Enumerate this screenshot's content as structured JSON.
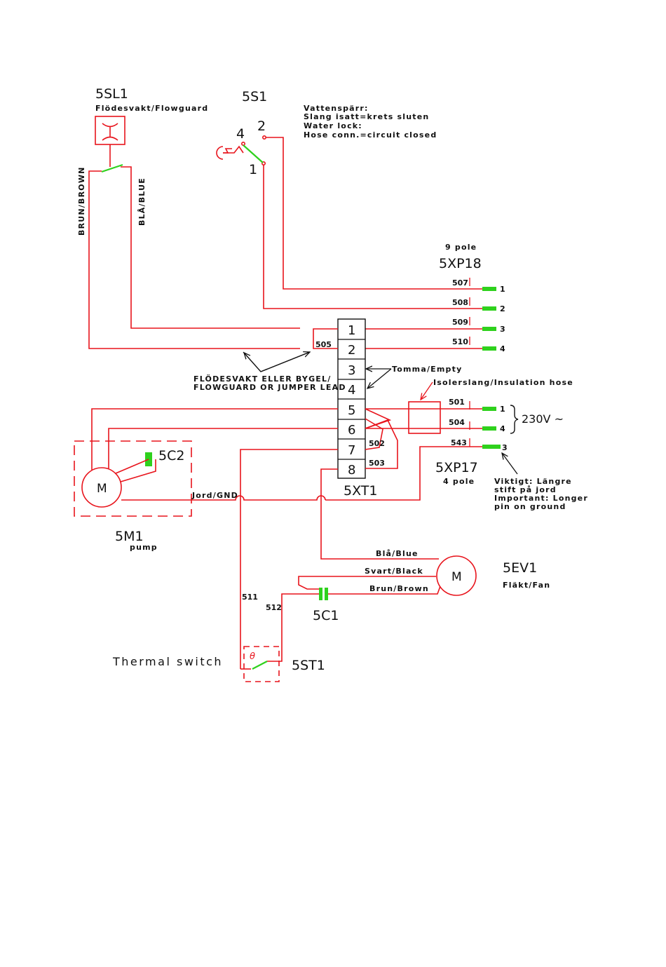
{
  "components": {
    "flowguard": {
      "id": "5SL1",
      "desc": "Flödesvakt/Flowguard"
    },
    "switch": {
      "id": "5S1",
      "pin_top": "2",
      "pin_left": "4",
      "pin_bottom": "1"
    },
    "water_lock_note": [
      "Vattenspärr:",
      "Slang isatt=krets sluten",
      "Water lock:",
      "Hose conn.=circuit closed"
    ],
    "wire_colors": {
      "brown": "BRUN/BROWN",
      "blue": "BLÅ/BLUE"
    },
    "connector18": {
      "poles": "9 pole",
      "id": "5XP18",
      "wires": [
        "507",
        "508",
        "509",
        "510"
      ],
      "pins": [
        "1",
        "2",
        "3",
        "4"
      ]
    },
    "terminal": {
      "id": "5XT1",
      "numbers": [
        "1",
        "2",
        "3",
        "4",
        "5",
        "6",
        "7",
        "8"
      ],
      "jumper_wire": "505"
    },
    "notes": {
      "flowguard_or_jumper": [
        "FLÖDESVAKT ELLER BYGEL/",
        "FLOWGUARD OR JUMPER LEAD"
      ],
      "empty": "Tomma/Empty",
      "insulation": "Isolerslang/Insulation hose",
      "important": [
        "Viktigt: Längre",
        "stift på jord",
        "Important: Longer",
        "pin on ground"
      ]
    },
    "connector17": {
      "id": "5XP17",
      "poles": "4 pole",
      "wires": [
        "501",
        "504",
        "543"
      ],
      "pins": [
        "1",
        "4",
        "3"
      ],
      "voltage": "230V ~"
    },
    "pump": {
      "id": "5M1",
      "desc": "pump",
      "motor": "M",
      "cap": "5C2",
      "ground": "Jord/GND",
      "wire502": "502",
      "wire503": "503"
    },
    "fan": {
      "id": "5EV1",
      "desc": "Fläkt/Fan",
      "motor": "M",
      "cap": "5C1",
      "wires": [
        "Blå/Blue",
        "Svart/Black",
        "Brun/Brown"
      ]
    },
    "thermal": {
      "label": "Thermal switch",
      "id": "5ST1",
      "w511": "511",
      "w512": "512",
      "symbol": "θ"
    },
    "colors": {
      "wire": "#e8141c",
      "contact": "#2fd11d",
      "text": "#111111"
    }
  }
}
